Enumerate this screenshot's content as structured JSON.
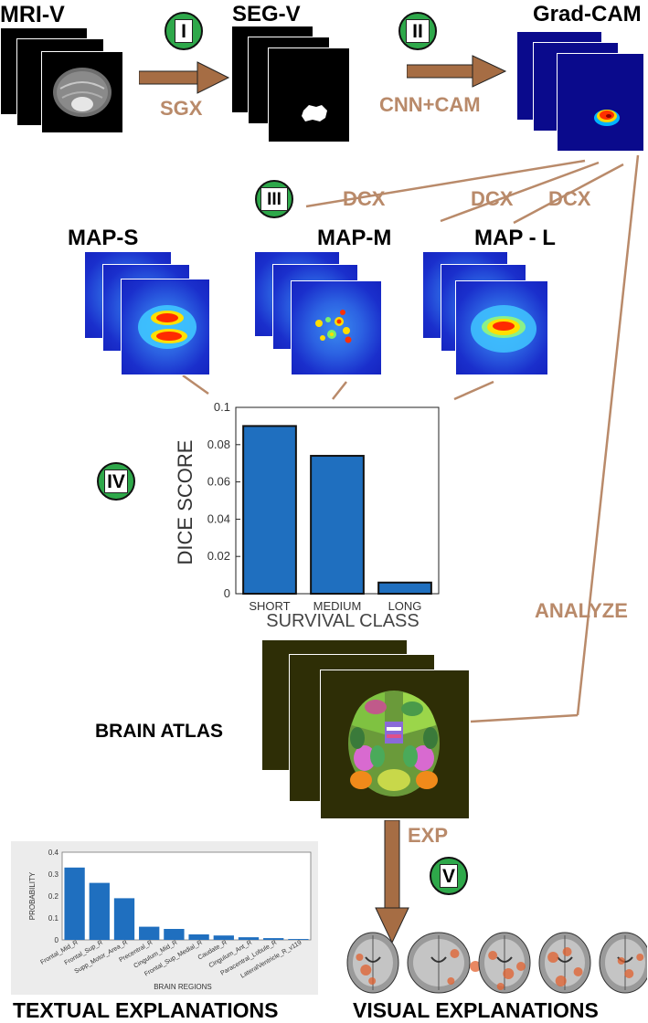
{
  "labels": {
    "mri_v": "MRI-V",
    "seg_v": "SEG-V",
    "grad_cam": "Grad-CAM",
    "map_s": "MAP-S",
    "map_m": "MAP-M",
    "map_l": "MAP - L",
    "brain_atlas": "BRAIN ATLAS",
    "textual_explanations": "TEXTUAL EXPLANATIONS",
    "visual_explanations": "VISUAL EXPLANATIONS"
  },
  "steps": {
    "i": "I",
    "ii": "II",
    "iii": "III",
    "iv": "IV",
    "v": "V"
  },
  "edges": {
    "sgx": "SGX",
    "cnn_cam": "CNN+CAM",
    "dcx_1": "DCX",
    "dcx_2": "DCX",
    "dcx_3": "DCX",
    "analyze": "ANALYZE",
    "exp": "EXP"
  },
  "colors": {
    "step_badge": "#2ea84a",
    "edge_label": "#b98a6a",
    "bar_blue": "#1f6fbf",
    "cam_background": "#0a0a8c",
    "atlas_background": "#2e2e06"
  },
  "chart_data": [
    {
      "type": "bar",
      "categories": [
        "SHORT",
        "MEDIUM",
        "LONG"
      ],
      "values": [
        0.09,
        0.074,
        0.006
      ],
      "xlabel": "SURVIVAL CLASS",
      "ylabel": "DICE SCORE",
      "ylim": [
        0,
        0.1
      ],
      "yticks": [
        "0",
        "0.02",
        "0.04",
        "0.06",
        "0.08",
        "0.1"
      ],
      "grid": false
    },
    {
      "type": "bar",
      "categories": [
        "Frontal_Mid_R",
        "Frontal_Sup_R",
        "Supp_Motor_Area_R",
        "Precentral_R",
        "Cingulum_Mid_R",
        "Frontal_Sup_Medial_R",
        "Caudate_R",
        "Cingulum_Ant_R",
        "Paracentral_Lobule_R",
        "LateralVentricle_R_v119"
      ],
      "values": [
        0.33,
        0.26,
        0.19,
        0.06,
        0.05,
        0.025,
        0.02,
        0.012,
        0.008,
        0.004
      ],
      "xlabel": "BRAIN REGIONS",
      "ylabel": "PROBABILITY",
      "ylim": [
        0,
        0.4
      ],
      "yticks": [
        "0",
        "0.1",
        "0.2",
        "0.3",
        "0.4"
      ],
      "grid": false
    }
  ]
}
